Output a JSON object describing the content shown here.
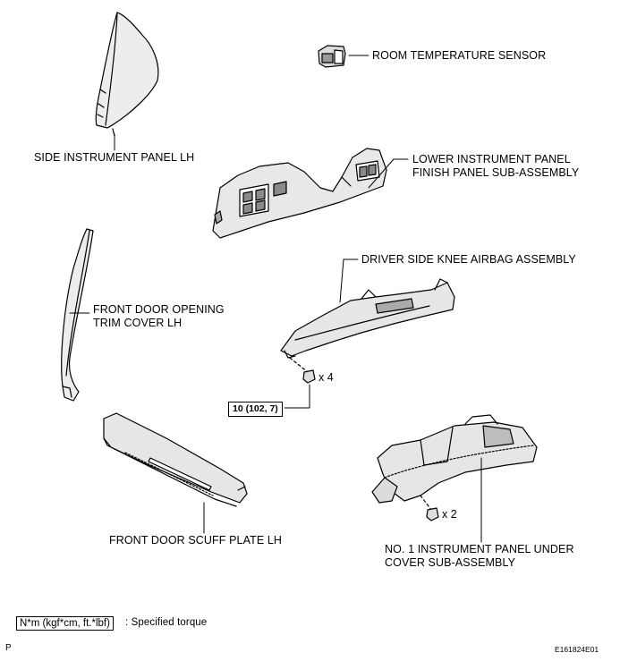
{
  "labels": {
    "side_panel": "SIDE INSTRUMENT PANEL LH",
    "room_sensor": "ROOM TEMPERATURE SENSOR",
    "lower_panel_1": "LOWER INSTRUMENT PANEL",
    "lower_panel_2": "FINISH PANEL SUB-ASSEMBLY",
    "knee_airbag": "DRIVER SIDE KNEE AIRBAG ASSEMBLY",
    "door_trim_1": "FRONT DOOR OPENING",
    "door_trim_2": "TRIM COVER LH",
    "scuff_plate": "FRONT DOOR SCUFF PLATE LH",
    "under_cover_1": "NO. 1 INSTRUMENT PANEL UNDER",
    "under_cover_2": "COVER SUB-ASSEMBLY"
  },
  "fasteners": {
    "airbag_qty": "x 4",
    "undercover_qty": "x 2",
    "torque_value": "10 (102, 7)"
  },
  "legend": {
    "unit": "N*m (kgf*cm, ft.*lbf)",
    "description": ": Specified torque"
  },
  "footer": {
    "page_mark": "P",
    "figure_code": "E161824E01"
  }
}
